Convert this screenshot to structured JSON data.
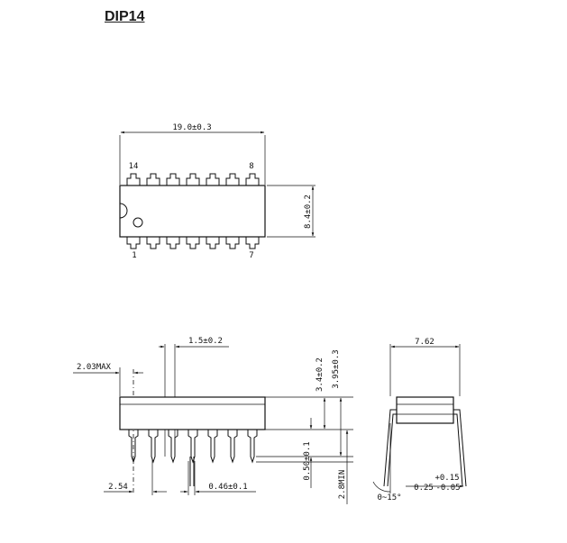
{
  "title": "DIP14",
  "top_view": {
    "length_dim": "19.0±0.3",
    "width_dim": "8.4±0.2",
    "pin_14": "14",
    "pin_8": "8",
    "pin_1": "1",
    "pin_7": "7"
  },
  "side_view": {
    "pin_pitch_dim": "1.5±0.2",
    "end_max_dim": "2.03MAX",
    "body_height_dim": "3.4±0.2",
    "seat_height_dim": "3.95±0.3",
    "standoff_dim": "0.50±0.1",
    "lead_length_dim": "2.8MIN",
    "pitch_dim": "2.54",
    "lead_width_dim": "0.46±0.1"
  },
  "end_view": {
    "row_spacing_dim": "7.62",
    "lead_thickness_dim": "0.25",
    "lead_thickness_tol_upper": "+0.15",
    "lead_thickness_tol_lower": "-0.05",
    "angle_dim": "0~15°"
  }
}
